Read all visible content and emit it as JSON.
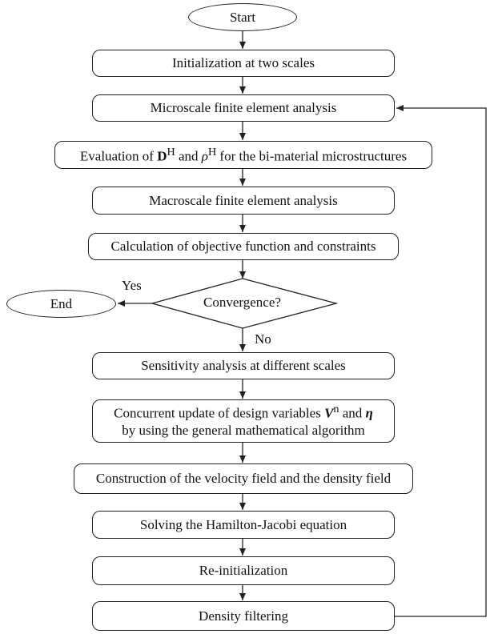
{
  "nodes": {
    "start": "Start",
    "init": "Initialization at two scales",
    "micro_fea": "Microscale finite element analysis",
    "eval": {
      "prefix": "Evaluation of ",
      "sym_d": "D",
      "sup_d": "H",
      "and": " and ",
      "sym_rho": "ρ",
      "sup_rho": "H",
      "suffix": " for the bi-material microstructures"
    },
    "macro_fea": "Macroscale finite element analysis",
    "calc": "Calculation of objective function and constraints",
    "convergence": "Convergence?",
    "end": "End",
    "sensitivity": "Sensitivity analysis at different scales",
    "update": {
      "line1_prefix": "Concurrent update of design variables ",
      "sym_v": "V",
      "sup_v": "n",
      "and": " and ",
      "sym_eta": "η",
      "line2": "by using the general mathematical algorithm"
    },
    "construct": "Construction of the velocity field and the density field",
    "solve": "Solving the Hamilton-Jacobi equation",
    "reinit": "Re-initialization",
    "filter": "Density filtering"
  },
  "edge_labels": {
    "yes": "Yes",
    "no": "No"
  }
}
